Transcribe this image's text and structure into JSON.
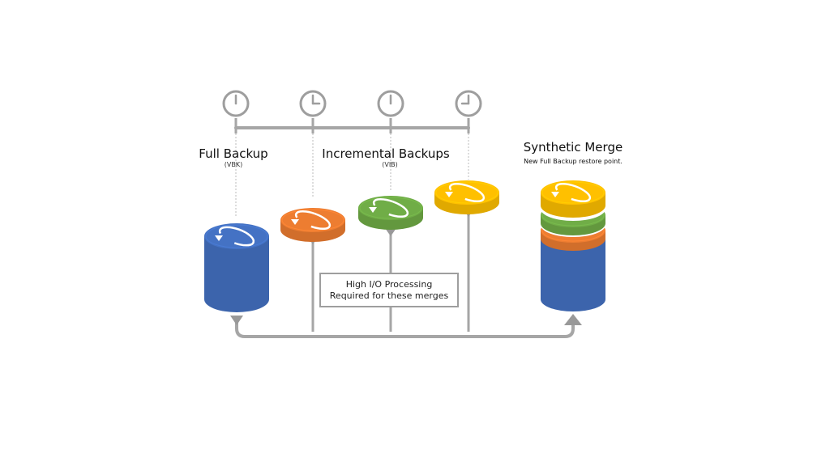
{
  "colors": {
    "line": "#a6a6a6",
    "clock": "#9e9e9e",
    "blue": "#4472c4",
    "orange": "#ed7d31",
    "green": "#70ad47",
    "yellow": "#ffc000"
  },
  "clocks": [
    {
      "name": "clock-1-icon",
      "hour_angle": 0
    },
    {
      "name": "clock-2-icon",
      "hour_angle": 90
    },
    {
      "name": "clock-3-icon",
      "hour_angle": 0
    },
    {
      "name": "clock-4-icon",
      "hour_angle": 270
    }
  ],
  "full_backup": {
    "title": "Full Backup",
    "subtitle": "(VBK)"
  },
  "incremental": {
    "title": "Incremental Backups",
    "subtitle": "(VIB)"
  },
  "synthetic": {
    "title": "Synthetic Merge",
    "subtitle": "New Full Backup restore point."
  },
  "io_box": {
    "line1": "High I/O Processing",
    "line2": "Required for these merges"
  }
}
